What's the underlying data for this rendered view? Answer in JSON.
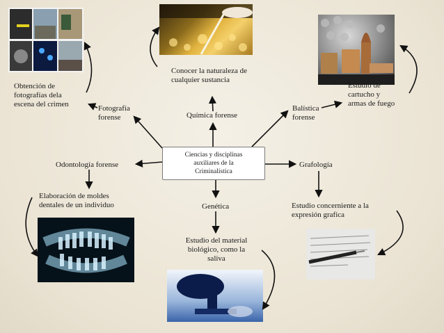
{
  "center": {
    "lines": [
      "Ciencias y disciplinas",
      "auxiliares de la",
      "Criminalística"
    ]
  },
  "nodes": {
    "quimica": "Química forense",
    "quimica_desc": [
      "Conocer la naturaleza de",
      "cualquier sustancia"
    ],
    "fotografia": [
      "Fotografía",
      "forense"
    ],
    "fotografia_desc": [
      "Obtención de",
      "fotografías dela",
      "escena del crimen"
    ],
    "balistica": [
      "Balística",
      "forense"
    ],
    "balistica_desc": [
      "Estudio de",
      "cartucho y",
      "armas de fuego"
    ],
    "odontologia": "Odontología forense",
    "odontologia_desc": [
      "Elaboración de moldes",
      "dentales de un individuo"
    ],
    "grafologia": "Grafología",
    "grafologia_desc": [
      "Estudio concerniente a la",
      "expresión grafica"
    ],
    "genetica": "Genética",
    "genetica_desc": [
      "Estudio del material",
      "biológico, como la",
      "saliva"
    ]
  },
  "photos": {
    "chemistry": "chemistry-pipette-photo",
    "crime_scene": "crime-scene-photo-collage",
    "bullets": "bullets-photo",
    "xray": "dental-xray-photo",
    "pen": "pen-handwriting-photo",
    "microscope": "microscope-photo"
  }
}
